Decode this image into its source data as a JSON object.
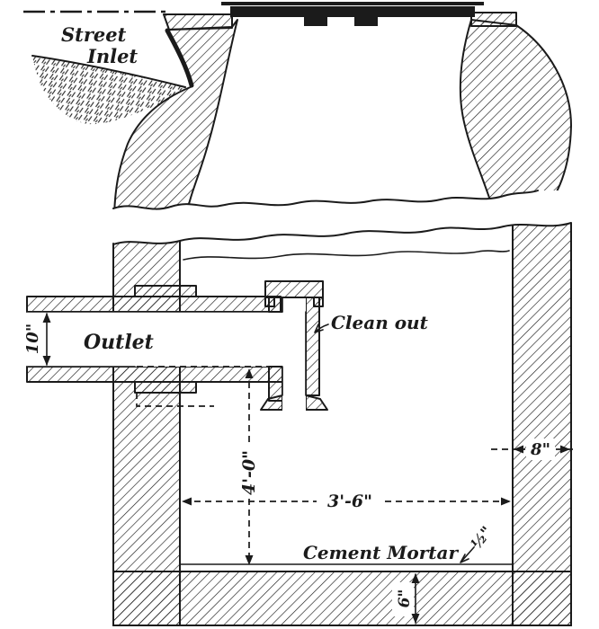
{
  "figure": {
    "labels": {
      "street_inlet_line1": "Street",
      "street_inlet_line2": "Inlet",
      "outlet": "Outlet",
      "clean_out": "Clean out",
      "cement_mortar": "Cement Mortar"
    },
    "dimensions": {
      "pipe_diameter": "10\"",
      "depth_to_invert": "4'-0\"",
      "basin_width": "3'-6\"",
      "wall_thickness": "8\"",
      "mortar_thickness": "½\"",
      "base_thickness": "6\""
    },
    "colors": {
      "ink": "#1b1b1b",
      "paper": "#ffffff"
    }
  }
}
